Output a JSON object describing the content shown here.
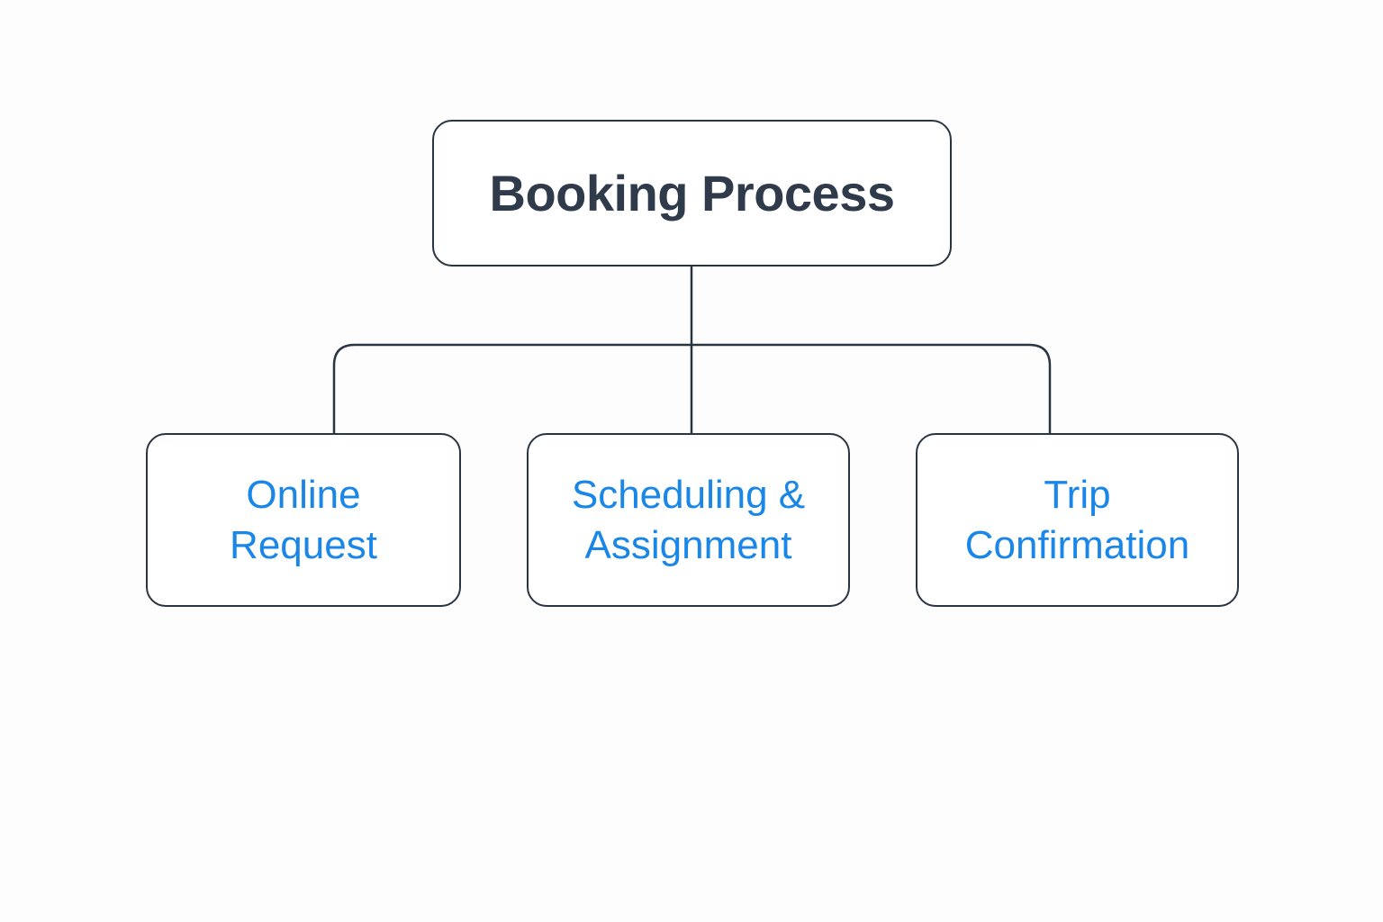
{
  "diagram": {
    "root": {
      "label": "Booking Process"
    },
    "children": [
      {
        "label": "Online\nRequest"
      },
      {
        "label": "Scheduling &\nAssignment"
      },
      {
        "label": "Trip\nConfirmation"
      }
    ]
  },
  "colors": {
    "background": "#fdfdfd",
    "border": "#2a3544",
    "root_text": "#2f3b4b",
    "child_text": "#1a86e8",
    "connector": "#2a3544"
  }
}
